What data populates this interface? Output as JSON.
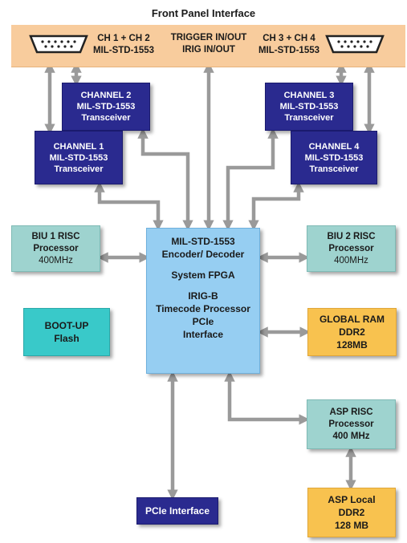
{
  "title": "Front Panel Interface",
  "front_panel": {
    "left_label": [
      "CH 1 + CH 2",
      "MIL-STD-1553"
    ],
    "center_label": [
      "TRIGGER IN/OUT",
      "IRIG IN/OUT"
    ],
    "right_label": [
      "CH 3 + CH 4",
      "MIL-STD-1553"
    ]
  },
  "channels": {
    "ch1": [
      "CHANNEL 1",
      "MIL-STD-1553",
      "Transceiver"
    ],
    "ch2": [
      "CHANNEL 2",
      "MIL-STD-1553",
      "Transceiver"
    ],
    "ch3": [
      "CHANNEL 3",
      "MIL-STD-1553",
      "Transceiver"
    ],
    "ch4": [
      "CHANNEL 4",
      "MIL-STD-1553",
      "Transceiver"
    ]
  },
  "biu1": [
    "BIU 1 RISC",
    "Processor",
    "400MHz"
  ],
  "biu2": [
    "BIU 2 RISC",
    "Processor",
    "400MHz"
  ],
  "bootup": [
    "BOOT-UP",
    "Flash"
  ],
  "fpga": {
    "line1": "MIL-STD-1553",
    "line2": "Encoder/ Decoder",
    "line3": "System FPGA",
    "line4": "IRIG-B",
    "line5": "Timecode Processor",
    "line6": "PCIe",
    "line7": "Interface"
  },
  "global_ram": [
    "GLOBAL RAM",
    "DDR2",
    "128MB"
  ],
  "asp_risc": [
    "ASP RISC",
    "Processor",
    "400 MHz"
  ],
  "asp_local": [
    "ASP Local",
    "DDR2",
    "128 MB"
  ],
  "pcie_interface": "PCIe Interface",
  "colors": {
    "panel": "#f8cc9d",
    "navy": "#2a2a8f",
    "teal": "#9ed3cf",
    "turquoise": "#39c9c9",
    "gold": "#f8c24f",
    "fpga": "#96cef2",
    "arrow": "#9a9a9a"
  }
}
